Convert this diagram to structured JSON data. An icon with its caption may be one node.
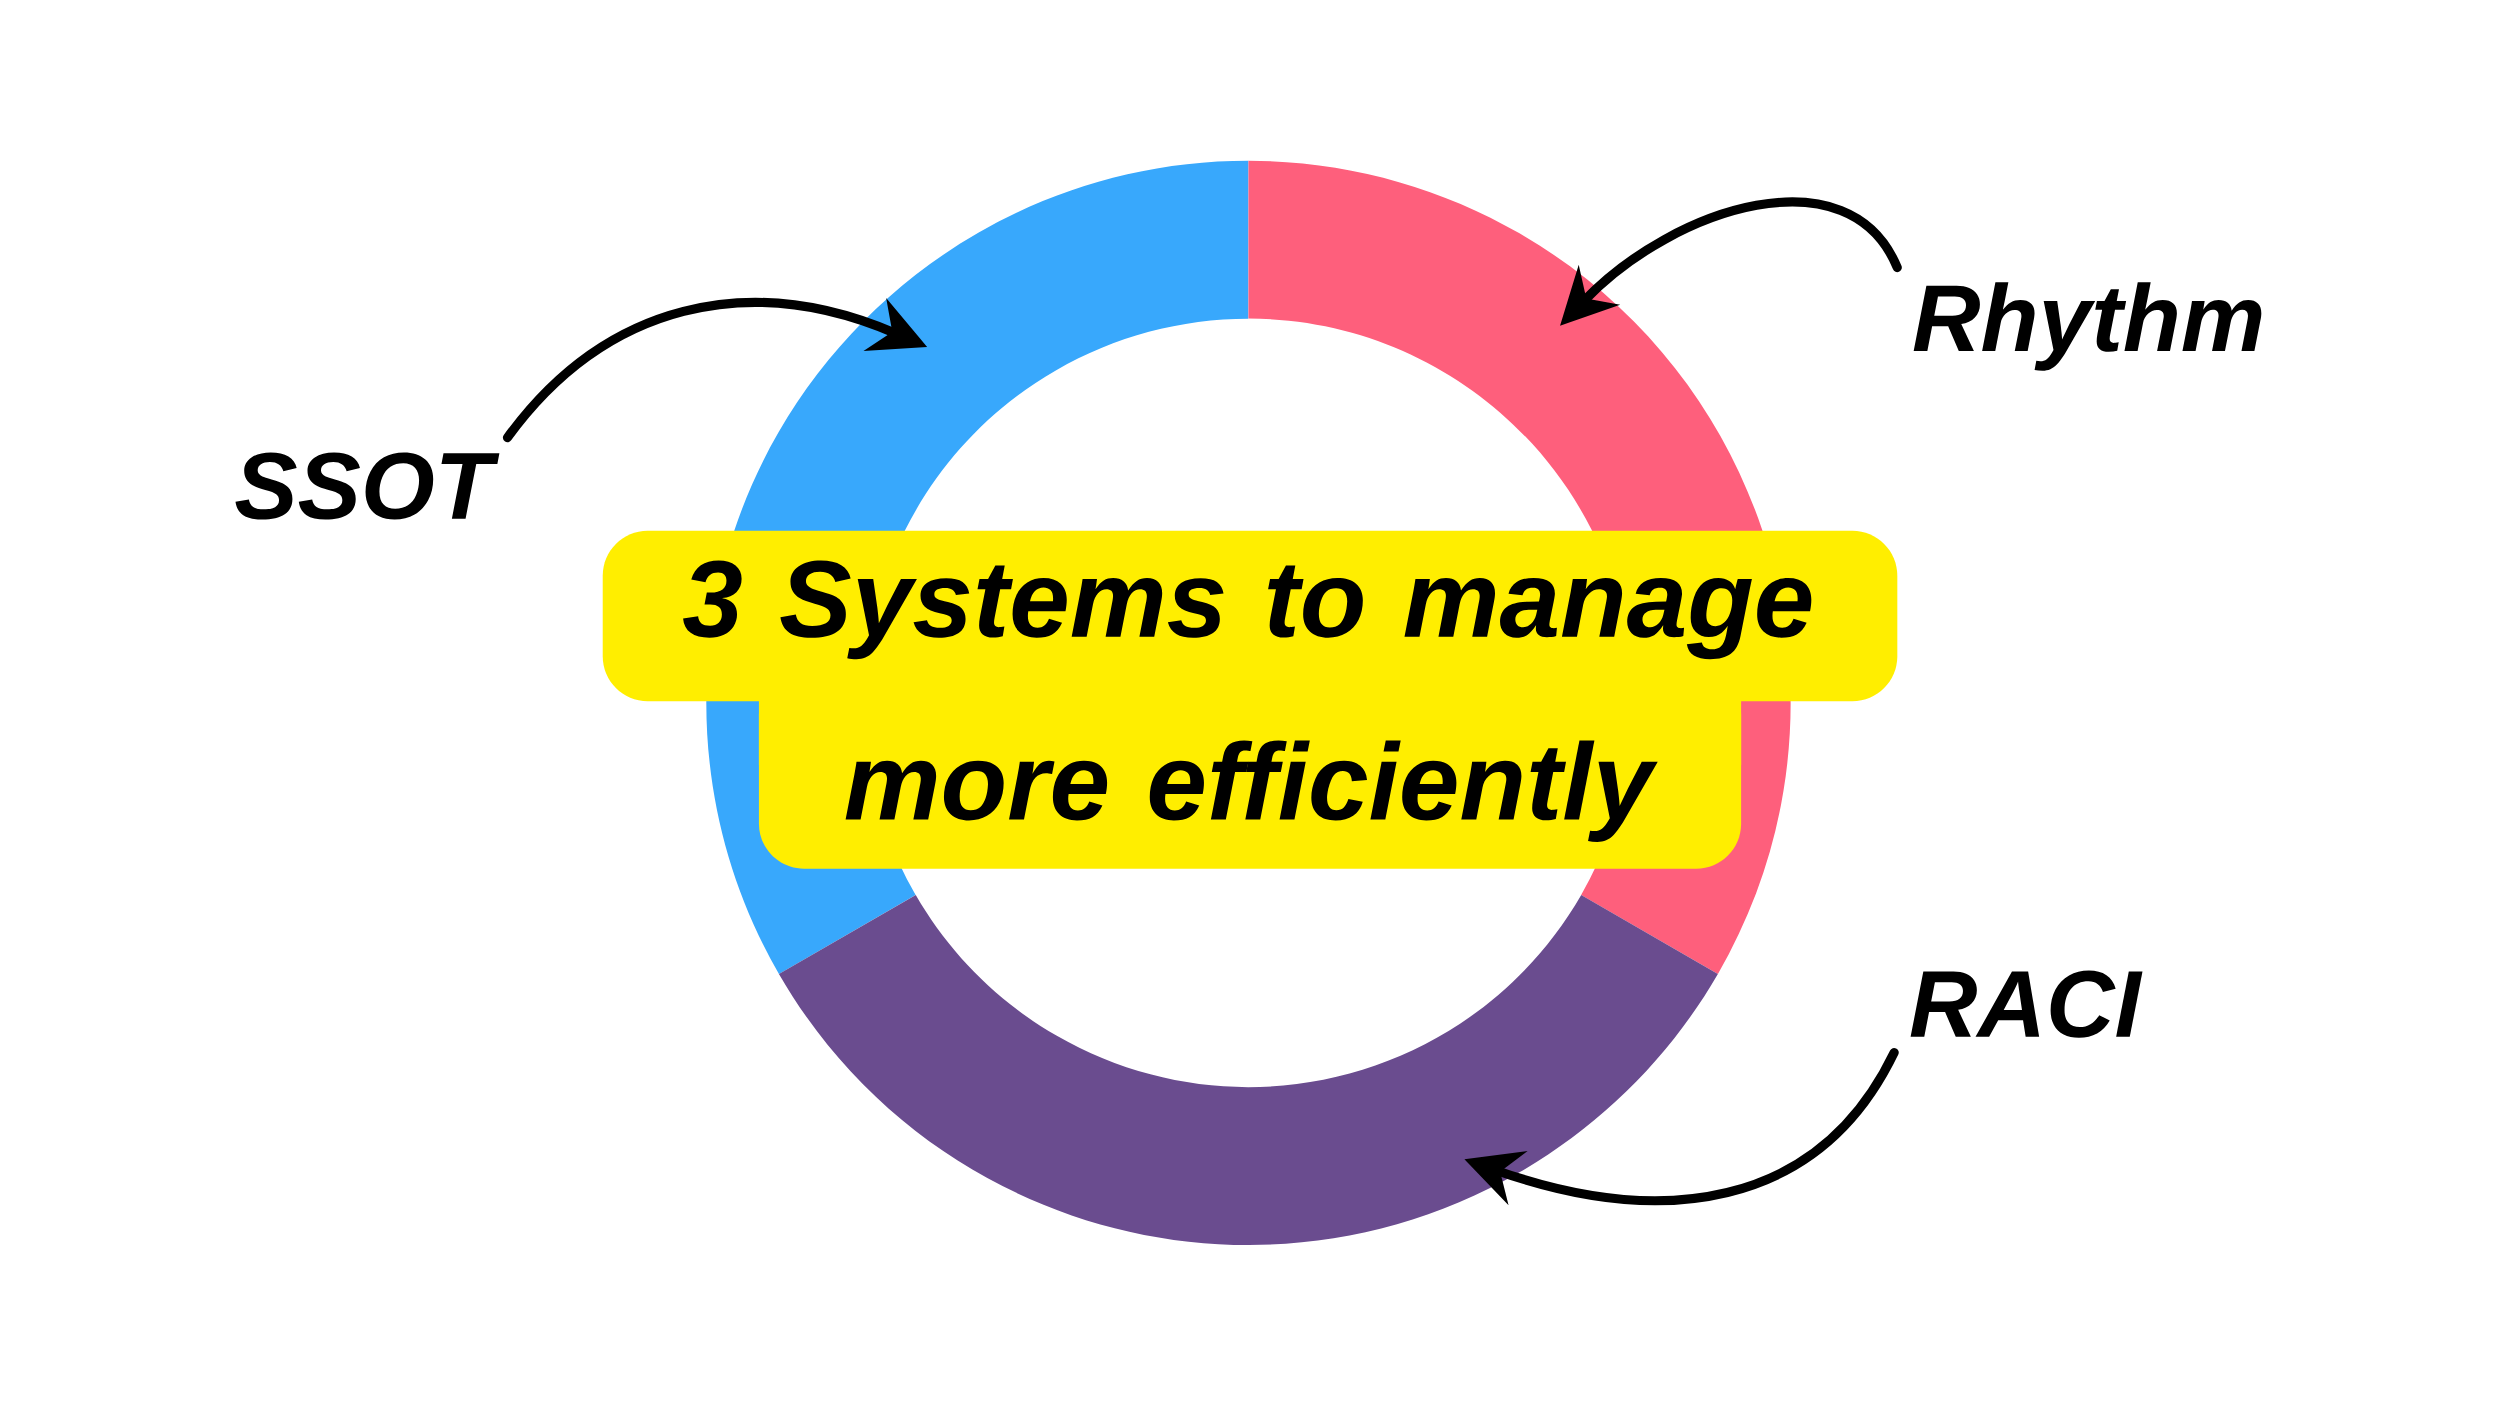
{
  "diagram": {
    "nodes": [
      {
        "text": [
          "3 Systems to manage more efficiently"
        ]
      },
      {
        "text": [
          "SSOT"
        ]
      },
      {
        "text": [
          "Rhythm"
        ]
      },
      {
        "text": [
          "RACI"
        ]
      },
      {
        "text": [],
        "shape": "arc"
      },
      {
        "text": [],
        "shape": "arc"
      },
      {
        "text": [],
        "shape": "arc"
      }
    ],
    "edges": [
      {
        "from": 1,
        "to": 4,
        "arrow": "to"
      },
      {
        "from": 2,
        "to": 5,
        "arrow": "to"
      },
      {
        "from": 3,
        "to": 6,
        "arrow": "to"
      }
    ]
  }
}
